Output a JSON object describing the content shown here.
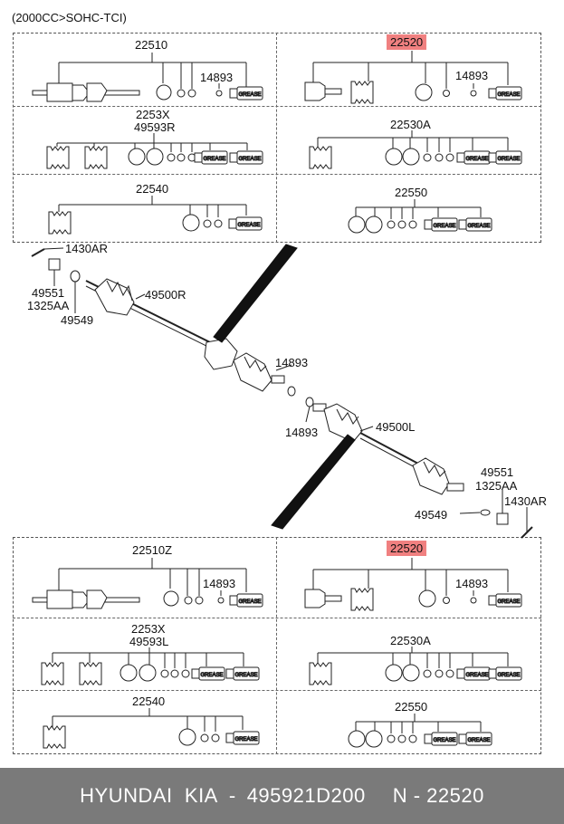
{
  "caption": "(2000CC>SOHC-TCI)",
  "top_panel": {
    "cells": [
      {
        "part": "22510",
        "sub": "14893"
      },
      {
        "part": "22520",
        "sub": "14893",
        "highlight": true
      },
      {
        "part": "2253X",
        "part2": "49593R"
      },
      {
        "part": "22530A"
      },
      {
        "part": "22540"
      },
      {
        "part": "22550"
      }
    ]
  },
  "bottom_panel": {
    "cells": [
      {
        "part": "22510Z",
        "sub": "14893"
      },
      {
        "part": "22520",
        "sub": "14893",
        "highlight": true
      },
      {
        "part": "2253X",
        "part2": "49593L"
      },
      {
        "part": "22530A"
      },
      {
        "part": "22540"
      },
      {
        "part": "22550"
      }
    ]
  },
  "grease_label": "GREASE",
  "middle_labels": {
    "l1430ar_top": "1430AR",
    "l49551_top": "49551",
    "l1325aa_top": "1325AA",
    "l49549_top": "49549",
    "l49500r": "49500R",
    "l14893_a": "14893",
    "l14893_b": "14893",
    "l49500l": "49500L",
    "l49551_bot": "49551",
    "l1325aa_bot": "1325AA",
    "l1430ar_bot": "1430AR",
    "l49549_bot": "49549"
  },
  "footer": {
    "brand": "HYUNDAI  KIA",
    "sep": "-",
    "part_number": "495921D200",
    "n_label": "N - 22520"
  },
  "colors": {
    "highlight": "#f08080",
    "footer_bg": "#7a7a7a"
  }
}
